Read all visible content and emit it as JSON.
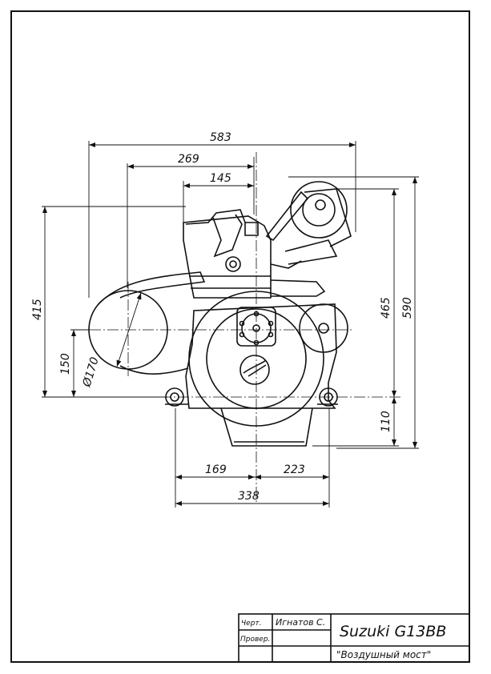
{
  "dimensions": {
    "overall_width": "583",
    "top_width": "269",
    "head_width": "145",
    "left_height": "415",
    "pulley_height": "150",
    "pulley_diameter": "Ø170",
    "right_height_inner": "465",
    "right_height_outer": "590",
    "bottom_height": "110",
    "bottom_left": "169",
    "bottom_right": "223",
    "bottom_total": "338"
  },
  "title_block": {
    "drawn_label": "Черт.",
    "drawn_name": "Игнатов С.",
    "checked_label": "Провер.",
    "checked_name": "",
    "title": "Suzuki G13BB",
    "subtitle": "\"Воздушный мост\""
  }
}
